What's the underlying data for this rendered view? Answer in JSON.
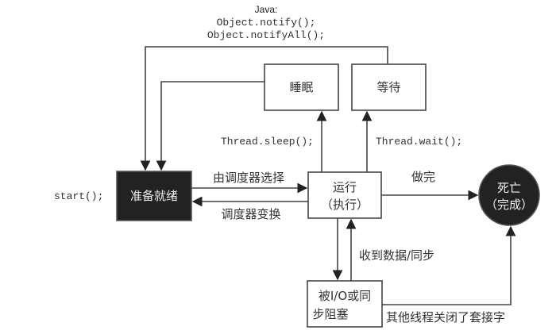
{
  "colors": {
    "line": "#444444",
    "dark_fill": "#222222",
    "light_fill": "#ffffff",
    "dark_text": "#f0f0f0",
    "text": "#333333"
  },
  "annotations": {
    "java_label": "Java:",
    "notify": "Object.notify();",
    "notify_all": "Object.notifyAll();",
    "start": "start();",
    "sleep_call": "Thread.sleep();",
    "wait_call": "Thread.wait();"
  },
  "states": {
    "ready": {
      "label": "准备就绪"
    },
    "sleeping": {
      "label": "睡眠"
    },
    "waiting": {
      "label": "等待"
    },
    "running": {
      "line1": "运行",
      "line2": "（执行）"
    },
    "dead": {
      "line1": "死亡",
      "line2": "（完成）"
    },
    "blocked": {
      "line1": "被I/O或同",
      "line2": "步阻塞"
    }
  },
  "transitions": {
    "scheduler_select": "由调度器选择",
    "scheduler_swap": "调度器变换",
    "done": "做完",
    "data_received": "收到数据/同步",
    "socket_closed": "其他线程关闭了套接字"
  }
}
